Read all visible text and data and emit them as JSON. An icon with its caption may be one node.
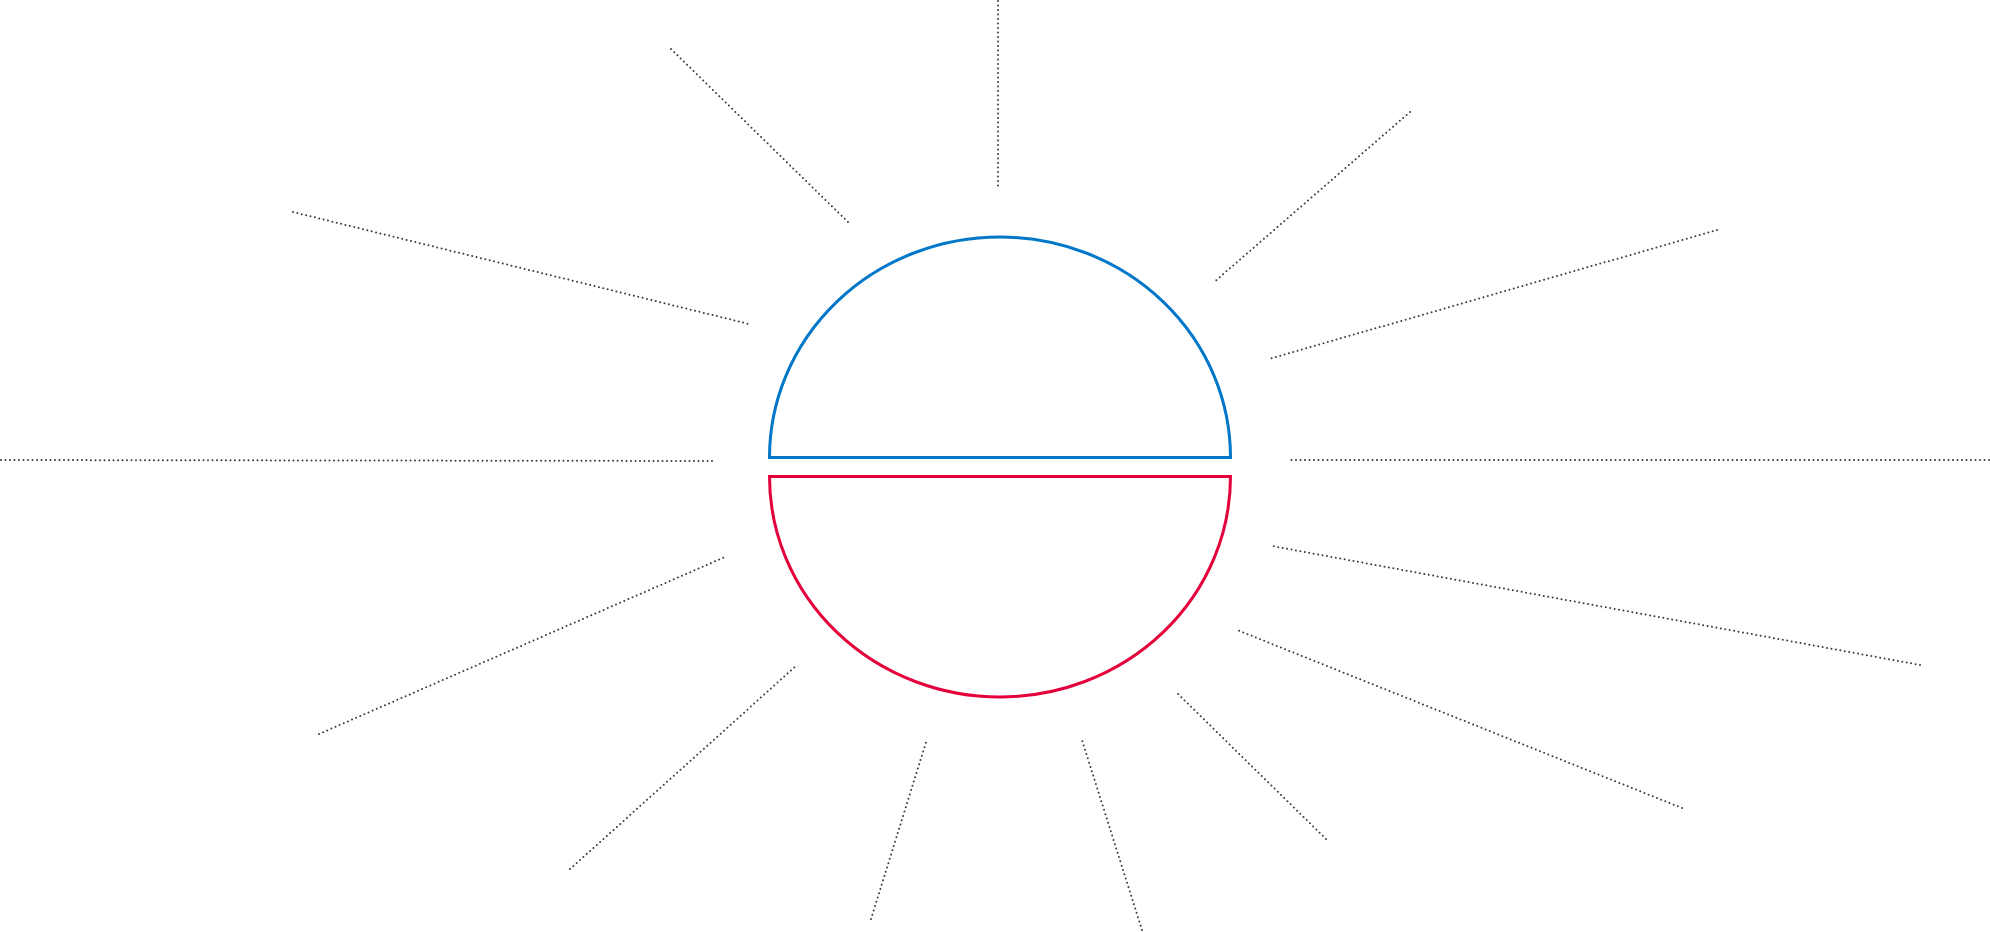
{
  "diagram": {
    "nodes": [
      {
        "text": [],
        "shape": "semicircle"
      },
      {
        "text": [],
        "shape": "semicircle"
      }
    ],
    "edges": [
      {
        "from": null,
        "to": 0,
        "arrow": "none"
      },
      {
        "from": null,
        "to": 0,
        "arrow": "none"
      },
      {
        "from": null,
        "to": 0,
        "arrow": "none"
      },
      {
        "from": null,
        "to": 0,
        "arrow": "none"
      },
      {
        "from": null,
        "to": 1,
        "arrow": "none"
      },
      {
        "from": null,
        "to": 1,
        "arrow": "none"
      },
      {
        "from": null,
        "to": 1,
        "arrow": "none"
      },
      {
        "from": null,
        "to": 1,
        "arrow": "none"
      },
      {
        "from": null,
        "to": 1,
        "arrow": "none"
      },
      {
        "from": null,
        "to": 1,
        "arrow": "none"
      },
      {
        "from": null,
        "to": 1,
        "arrow": "none"
      },
      {
        "from": null,
        "to": 0,
        "arrow": "none"
      },
      {
        "from": null,
        "to": 0,
        "arrow": "none"
      },
      {
        "from": null,
        "to": 0,
        "arrow": "none"
      }
    ]
  }
}
